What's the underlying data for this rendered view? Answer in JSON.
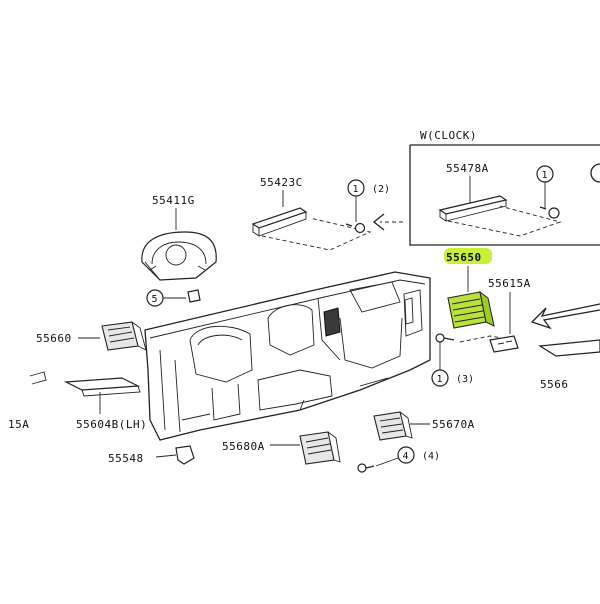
{
  "inset": {
    "title": "W(CLOCK)",
    "part": "55478A",
    "ref_mark": "1"
  },
  "highlight": {
    "part": "55650",
    "color": "#c7f03a"
  },
  "parts": {
    "p55423C": "55423C",
    "p55411G": "55411G",
    "p55615A": "55615A",
    "p55660": "55660",
    "p55660_cut": "5566",
    "p55604B": "55604B(LH)",
    "p15A": "15A",
    "p55548": "55548",
    "p55680A": "55680A",
    "p55670A": "55670A"
  },
  "callouts": {
    "c1_top": {
      "num": "1",
      "qty": "(2)"
    },
    "c1_right": {
      "num": "1",
      "qty": "(3)"
    },
    "c4": {
      "num": "4",
      "qty": "(4)"
    },
    "c5": {
      "num": "5"
    },
    "c_inset": {
      "num": "1"
    }
  }
}
